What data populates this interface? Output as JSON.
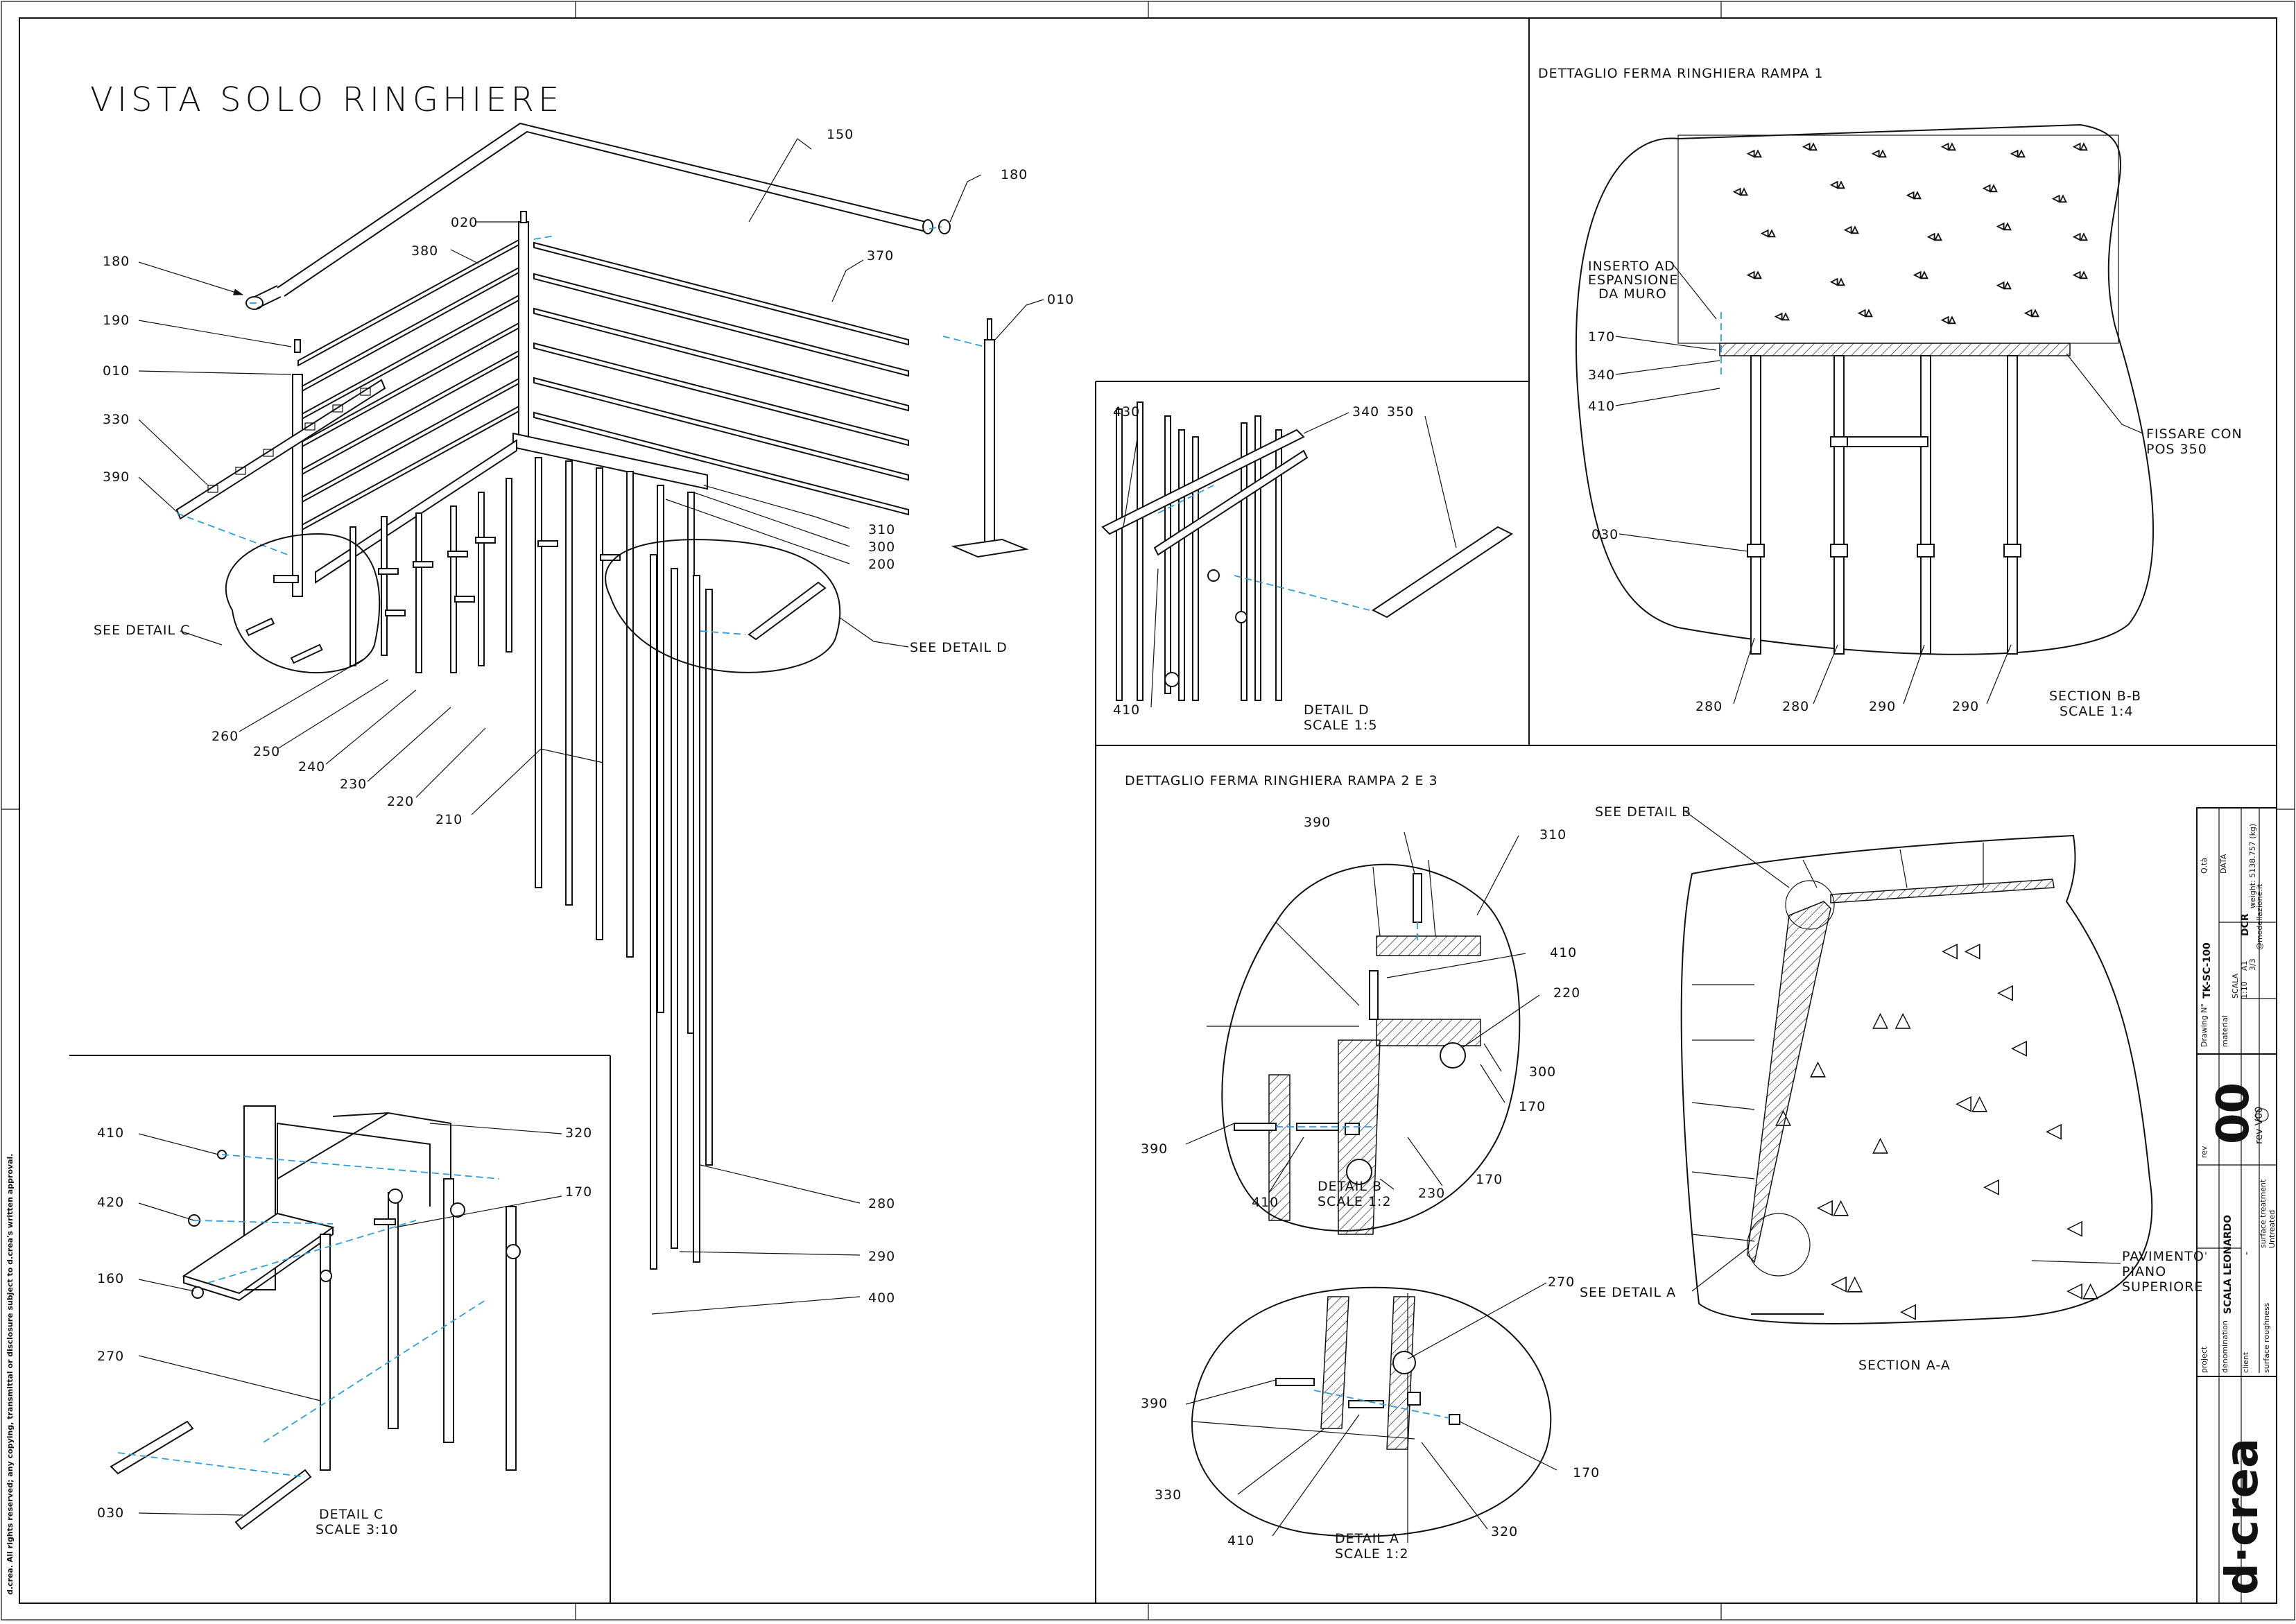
{
  "sheet": {
    "title": "VISTA SOLO RINGHIERE",
    "copyright": "d.crea. All rights reserved; any copying, transmittal or disclosure subject to d.crea's written approval."
  },
  "main_view": {
    "callouts": [
      "150",
      "180",
      "020",
      "380",
      "370",
      "010",
      "180",
      "190",
      "010",
      "330",
      "390",
      "310",
      "300",
      "200",
      "SEE DETAIL C",
      "SEE DETAIL D",
      "260",
      "250",
      "240",
      "230",
      "220",
      "210",
      "280",
      "290",
      "400"
    ]
  },
  "detail_d": {
    "callouts": [
      "430",
      "340",
      "350",
      "410"
    ],
    "caption": "DETAIL D",
    "scale": "SCALE 1:5"
  },
  "section_bb": {
    "title": "DETTAGLIO FERMA RINGHIERA RAMPA 1",
    "note_insert": [
      "INSERTO AD",
      "ESPANSIONE",
      "DA MURO"
    ],
    "note_fix": [
      "FISSARE CON",
      "POS 350"
    ],
    "callouts": [
      "170",
      "340",
      "410",
      "030",
      "280",
      "280",
      "290",
      "290"
    ],
    "caption": "SECTION B-B",
    "scale": "SCALE 1:4"
  },
  "rampa23": {
    "title": "DETTAGLIO FERMA RINGHIERA RAMPA 2 E 3",
    "see_detail_b": "SEE DETAIL B",
    "see_detail_a": "SEE DETAIL A",
    "floor_note": [
      "PAVIMENTO",
      "PIANO",
      "SUPERIORE"
    ],
    "section_caption": "SECTION A-A",
    "detail_b_callouts": [
      "390",
      "310",
      "410",
      "220",
      "300",
      "170",
      "390",
      "410",
      "230",
      "170"
    ],
    "detail_b_caption": "DETAIL B",
    "detail_b_scale": "SCALE 1:2",
    "detail_a_callouts": [
      "270",
      "390",
      "170",
      "330",
      "410",
      "320"
    ],
    "detail_a_caption": "DETAIL A",
    "detail_a_scale": "SCALE 1:2"
  },
  "detail_c": {
    "callouts": [
      "410",
      "420",
      "160",
      "270",
      "030",
      "320",
      "170"
    ],
    "caption": "DETAIL C",
    "scale": "SCALE 3:10"
  },
  "title_block": {
    "company": "d·crea",
    "project_label": "project",
    "project_value": "-",
    "denomination_label": "denomination",
    "denomination_value": "SCALA LEONARDO",
    "client_label": "client",
    "client_value": "-",
    "surface_treatment_label": "surface treatment",
    "surface_treatment_value": "Untreated",
    "surface_roughness_label": "surface roughness",
    "drawing_no_label": "Drawing N°",
    "drawing_no_value": "TK-SC-100",
    "material_label": "material",
    "qty_label": "Q.tà",
    "data_label": "DATA",
    "scala_label": "SCALA",
    "scala_value": "1:10",
    "format_value": "A1",
    "sheet_value": "3/3",
    "rev_label": "rev",
    "rev_value": "00",
    "rev_code": "rev V00",
    "author": "DCR",
    "email": "@modellazione.it",
    "weight": "weight: 5138.757 (kg)"
  }
}
